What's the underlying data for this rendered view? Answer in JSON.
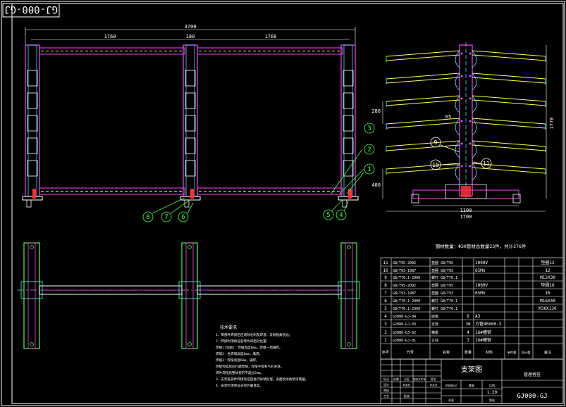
{
  "drawing": {
    "stamp": "GJ-000-GJ",
    "drawing_number": "GJ000-GJ",
    "title_block_name": "支架图",
    "company": "管理者签"
  },
  "front_view": {
    "overall_width": "3700",
    "span_left": "1760",
    "span_mid": "180",
    "span_right": "1760",
    "callouts_left": [
      "8",
      "7",
      "6"
    ],
    "callouts_right": [
      "5",
      "4"
    ],
    "callouts_side": [
      "3",
      "2",
      "1"
    ]
  },
  "side_view": {
    "height": "1770",
    "base_width": "1700",
    "inner_width": "1100",
    "tier_pitch": "280",
    "bottom_offset": "400",
    "arm_label": "65",
    "callouts_center": [
      "9",
      "10",
      "11"
    ]
  },
  "material_note": "钢材数量：Φ30管材总数量23件，共计276件",
  "bom": {
    "rows": [
      {
        "no": "11",
        "code": "GB/T95-2002",
        "name": "垫圈 GB/T95",
        "mat": "100HV",
        "qty": "",
        "note": "垫圈12"
      },
      {
        "no": "10",
        "code": "GB/T93-1987",
        "name": "垫圈 GB/T93",
        "mat": "65Mn",
        "qty": "",
        "note": "12"
      },
      {
        "no": "9",
        "code": "GB/T70.1-2000",
        "name": "螺钉 GB/T70.1",
        "mat": "",
        "qty": "",
        "note": "M12X30"
      },
      {
        "no": "8",
        "code": "GB/T95-2002",
        "name": "垫圈 GB/T95",
        "mat": "100HV",
        "qty": "",
        "note": "垫圈16"
      },
      {
        "no": "7",
        "code": "GB/T93-1987",
        "name": "垫圈 GB/T93",
        "mat": "65Mn",
        "qty": "",
        "note": "16"
      },
      {
        "no": "6",
        "code": "GB/T70.1-2000",
        "name": "螺钉 GB/T70.1",
        "mat": "",
        "qty": "",
        "note": "M16X40"
      },
      {
        "no": "5",
        "code": "GB/T70.1-2000",
        "name": "螺钉 GB/T70.1",
        "mat": "",
        "qty": "",
        "note": "M30X130"
      },
      {
        "no": "4",
        "code": "GJ000-GJ-04",
        "name": "底板",
        "mat": "A3",
        "qty": "6",
        "note": ""
      },
      {
        "no": "3",
        "code": "GJ000-GJ-03",
        "name": "支管",
        "mat": "方管40X60-3",
        "qty": "36",
        "note": ""
      },
      {
        "no": "2",
        "code": "GJ000-GJ-02",
        "name": "横梁",
        "mat": "16#槽钢",
        "qty": "4",
        "note": ""
      },
      {
        "no": "1",
        "code": "GJ000-GJ-01",
        "name": "立柱",
        "mat": "16#槽钢",
        "qty": "3",
        "note": ""
      }
    ],
    "header": [
      "序号",
      "代号",
      "名称",
      "数量",
      "材料",
      "单件重",
      "总计重",
      "备注"
    ]
  },
  "notes": {
    "title": "技术要求",
    "lines": [
      "1、零部件焊接后应清除毛刺及焊渣，去除锐角锐边。",
      "2、焊接时须保证各零件间相对位置：",
      "   焊缝1(见图)：焊缝高度8mm，焊接一周满焊。",
      "   焊缝2：各焊缝高度6mm，满焊。",
      "   焊缝3：焊缝高度6mm，满焊。",
      "   焊接完成后应打磨焊缝，焊缝不得有气孔夹渣。",
      "   焊件焊接后整体变形不超过2mm。",
      "3、支架各部件焊接完成后进行除锈处理，表面喷涂防锈漆两遍。",
      "4、安装时须保证支架的垂直度。"
    ]
  },
  "title_block": {
    "labels": [
      "标记",
      "处数",
      "分区",
      "更改文件号",
      "签名",
      "年月日",
      "设计",
      "标准化",
      "审核",
      "工艺",
      "批准",
      "阶段标记",
      "重量",
      "比例",
      "共张",
      "第张"
    ],
    "scale": "1:20"
  },
  "colors": {
    "frame": "#ffffff",
    "outline": "#ff40ff",
    "steel": "#40ffff",
    "beam": "#ffff40",
    "green": "#40ff40",
    "red": "#ff3030",
    "dim": "#ffffff"
  }
}
